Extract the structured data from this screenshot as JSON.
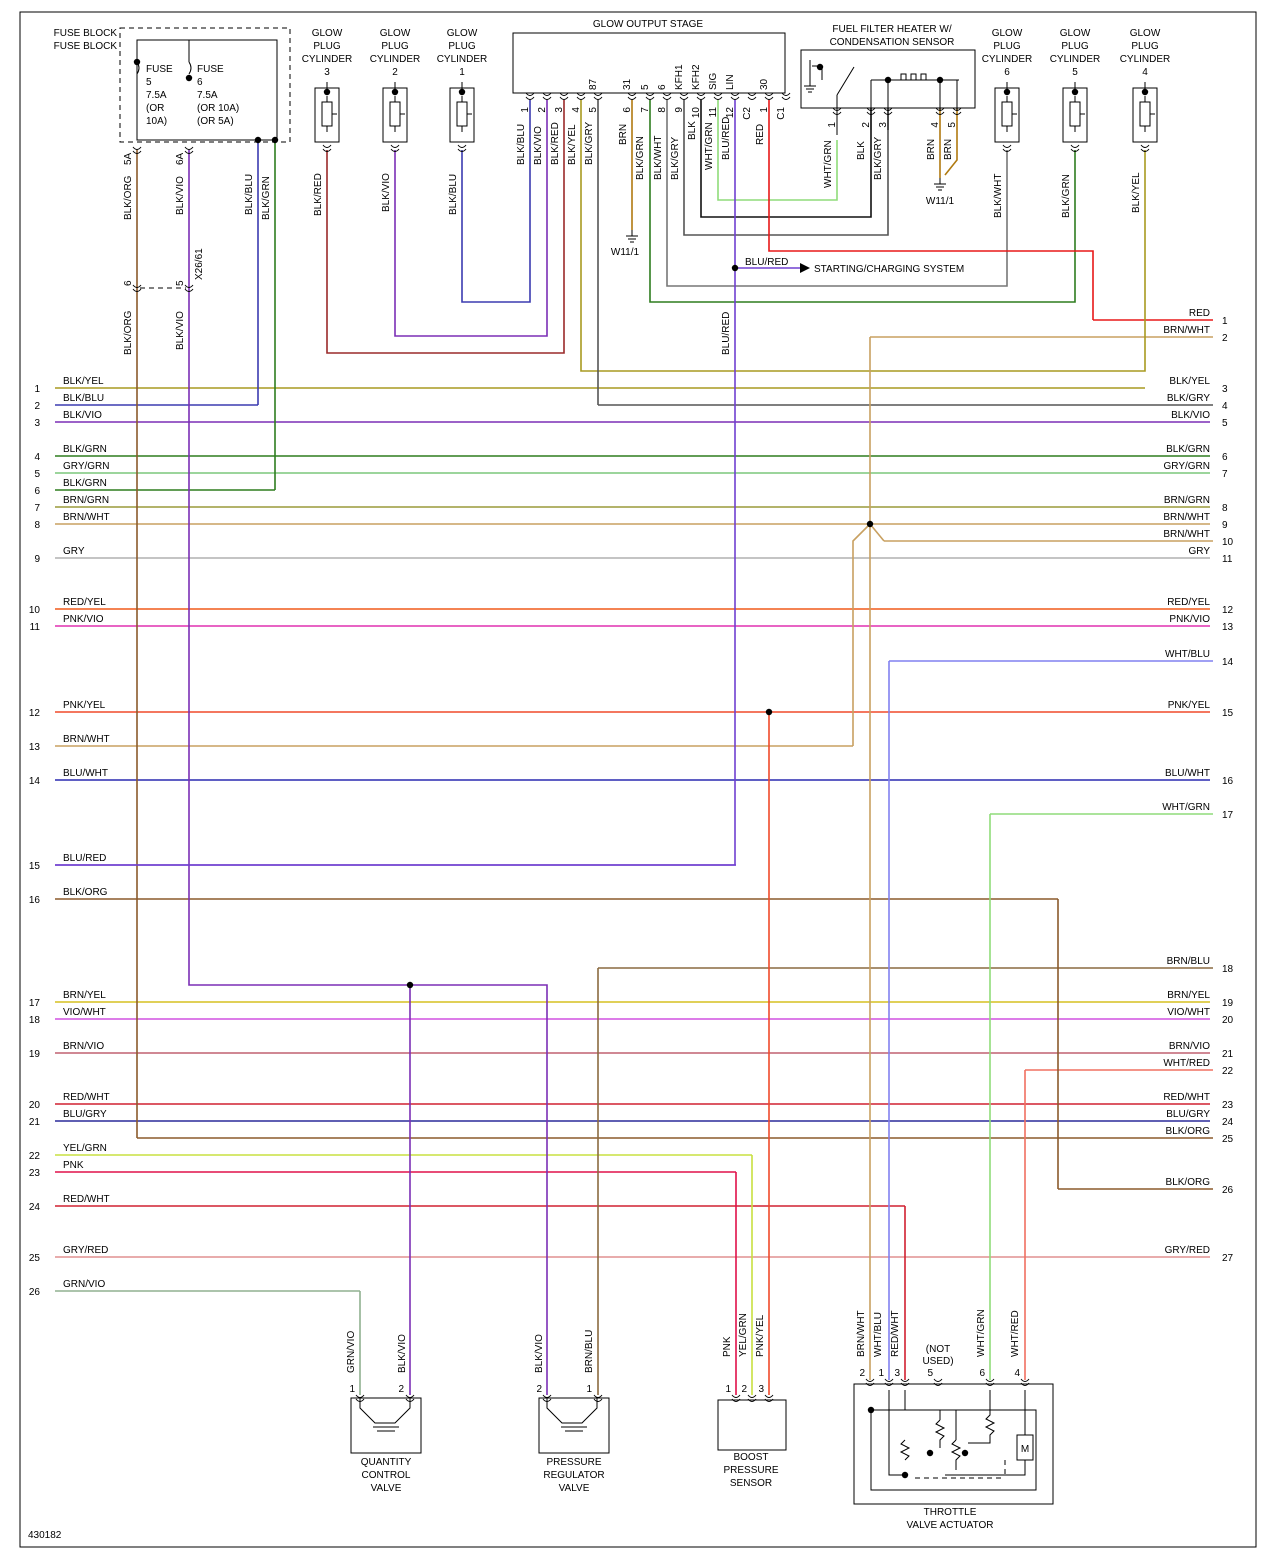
{
  "figure_id": "430182",
  "components": {
    "fuse_block": "FUSE BLOCK",
    "fuse5": [
      "FUSE",
      "5",
      "7.5A",
      "(OR",
      "10A)"
    ],
    "fuse6": [
      "FUSE",
      "6",
      "7.5A",
      "(OR 10A)",
      "(OR 5A)"
    ],
    "fuse5_pin": "5A",
    "fuse6_pin": "6A",
    "glow_output_stage": "GLOW OUTPUT STAGE",
    "fuel_filter_heater": [
      "FUEL FILTER HEATER W/",
      "CONDENSATION SENSOR"
    ],
    "glow_plug_cyl_label": [
      "GLOW",
      "PLUG",
      "CYLINDER"
    ],
    "glow_plugs": [
      "3",
      "2",
      "1",
      "6",
      "5",
      "4"
    ],
    "ground": "W11/1",
    "connector_x26": "X26/61",
    "starting_charging": "STARTING/CHARGING SYSTEM",
    "quantity_valve": [
      "QUANTITY",
      "CONTROL",
      "VALVE"
    ],
    "pressure_valve": [
      "PRESSURE",
      "REGULATOR",
      "VALVE"
    ],
    "boost_sensor": [
      "BOOST",
      "PRESSURE",
      "SENSOR"
    ],
    "throttle_actuator": [
      "THROTTLE",
      "VALVE ACTUATOR"
    ],
    "not_used": [
      "(NOT",
      "USED)"
    ],
    "motor": "M"
  },
  "glow_stage_pins": [
    {
      "num": "1",
      "name": ""
    },
    {
      "num": "2",
      "name": ""
    },
    {
      "num": "3",
      "name": ""
    },
    {
      "num": "4",
      "name": ""
    },
    {
      "num": "5",
      "name": "87"
    },
    {
      "num": "6",
      "name": "31"
    },
    {
      "num": "7",
      "name": "5"
    },
    {
      "num": "8",
      "name": "6"
    },
    {
      "num": "9",
      "name": "KFH1"
    },
    {
      "num": "10",
      "name": "KFH2"
    },
    {
      "num": "11",
      "name": "SIG"
    },
    {
      "num": "12",
      "name": "LIN"
    },
    {
      "num": "C2",
      "name": ""
    },
    {
      "num": "1",
      "name": "30"
    },
    {
      "num": "C1",
      "name": ""
    }
  ],
  "vertical_wire_labels": [
    "BLK/ORG",
    "BLK/VIO",
    "BLK/BLU",
    "BLK/GRN",
    "BLK/RED",
    "BLK/VIO",
    "BLK/BLU",
    "BLK/BLU",
    "BLK/VIO",
    "BLK/RED",
    "BLK/YEL",
    "BLK/GRY",
    "BRN",
    "BLK/GRN",
    "BLK/WHT",
    "BLK/GRY",
    "BLK",
    "WHT/GRN",
    "BLU/RED",
    "RED",
    "WHT/GRN",
    "BLK",
    "BLK/GRY",
    "BRN",
    "BRN",
    "BLK/WHT",
    "BLK/GRN",
    "BLK/YEL",
    "BLK/ORG",
    "BLK/VIO",
    "BLU/RED"
  ],
  "bottom_wire_labels": [
    "GRN/VIO",
    "BLK/VIO",
    "BLK/VIO",
    "BRN/BLU",
    "PNK",
    "YEL/GRN",
    "PNK/YEL",
    "BRN/WHT",
    "WHT/BLU",
    "RED/WHT",
    "WHT/GRN",
    "WHT/RED"
  ],
  "misc_labels": {
    "blu_red": "BLU/RED",
    "red_c1": "RED"
  },
  "left_pins": [
    {
      "n": "1",
      "label": "BLK/YEL"
    },
    {
      "n": "2",
      "label": "BLK/BLU"
    },
    {
      "n": "3",
      "label": "BLK/VIO"
    },
    {
      "n": "4",
      "label": "BLK/GRN"
    },
    {
      "n": "5",
      "label": "GRY/GRN"
    },
    {
      "n": "6",
      "label": "BLK/GRN"
    },
    {
      "n": "7",
      "label": "BRN/GRN"
    },
    {
      "n": "8",
      "label": "BRN/WHT"
    },
    {
      "n": "9",
      "label": "GRY"
    },
    {
      "n": "10",
      "label": "RED/YEL"
    },
    {
      "n": "11",
      "label": "PNK/VIO"
    },
    {
      "n": "12",
      "label": "PNK/YEL"
    },
    {
      "n": "13",
      "label": "BRN/WHT"
    },
    {
      "n": "14",
      "label": "BLU/WHT"
    },
    {
      "n": "15",
      "label": "BLU/RED"
    },
    {
      "n": "16",
      "label": "BLK/ORG"
    },
    {
      "n": "17",
      "label": "BRN/YEL"
    },
    {
      "n": "18",
      "label": "VIO/WHT"
    },
    {
      "n": "19",
      "label": "BRN/VIO"
    },
    {
      "n": "20",
      "label": "RED/WHT"
    },
    {
      "n": "21",
      "label": "BLU/GRY"
    },
    {
      "n": "22",
      "label": "YEL/GRN"
    },
    {
      "n": "23",
      "label": "PNK"
    },
    {
      "n": "24",
      "label": "RED/WHT"
    },
    {
      "n": "25",
      "label": "GRY/RED"
    },
    {
      "n": "26",
      "label": "GRN/VIO"
    }
  ],
  "right_pins": [
    {
      "n": "1",
      "label": "RED"
    },
    {
      "n": "2",
      "label": "BRN/WHT"
    },
    {
      "n": "3",
      "label": "BLK/YEL"
    },
    {
      "n": "4",
      "label": "BLK/GRY"
    },
    {
      "n": "5",
      "label": "BLK/VIO"
    },
    {
      "n": "6",
      "label": "BLK/GRN"
    },
    {
      "n": "7",
      "label": "GRY/GRN"
    },
    {
      "n": "8",
      "label": "BRN/GRN"
    },
    {
      "n": "9",
      "label": "BRN/WHT"
    },
    {
      "n": "10",
      "label": "BRN/WHT"
    },
    {
      "n": "11",
      "label": "GRY"
    },
    {
      "n": "12",
      "label": "RED/YEL"
    },
    {
      "n": "13",
      "label": "PNK/VIO"
    },
    {
      "n": "14",
      "label": "WHT/BLU"
    },
    {
      "n": "15",
      "label": "PNK/YEL"
    },
    {
      "n": "16",
      "label": "BLU/WHT"
    },
    {
      "n": "17",
      "label": "WHT/GRN"
    },
    {
      "n": "18",
      "label": "BRN/BLU"
    },
    {
      "n": "19",
      "label": "BRN/YEL"
    },
    {
      "n": "20",
      "label": "VIO/WHT"
    },
    {
      "n": "21",
      "label": "BRN/VIO"
    },
    {
      "n": "22",
      "label": "WHT/RED"
    },
    {
      "n": "23",
      "label": "RED/WHT"
    },
    {
      "n": "24",
      "label": "BLU/GRY"
    },
    {
      "n": "25",
      "label": "BLK/ORG"
    },
    {
      "n": "26",
      "label": "BLK/ORG"
    },
    {
      "n": "27",
      "label": "GRY/RED"
    }
  ],
  "device_pins": {
    "quantity": [
      "1",
      "2"
    ],
    "pressure": [
      "2",
      "1"
    ],
    "boost": [
      "1",
      "2",
      "3"
    ],
    "throttle": [
      "2",
      "1",
      "3",
      "5",
      "6",
      "4"
    ],
    "fuel_filter": [
      "1",
      "2",
      "3",
      "4",
      "5"
    ],
    "fuse5_x26": "6",
    "fuse6_x26": "5"
  },
  "colors": {
    "BLK/ORG": "#8b5a2b",
    "BLK/VIO": "#7b2fb5",
    "BLK/BLU": "#3b3bb0",
    "BLK/GRN": "#2e7d1f",
    "BLK/RED": "#9a2a2a",
    "BLK/YEL": "#a89a20",
    "BLK/GRY": "#555555",
    "BLK/WHT": "#777777",
    "BRN": "#b07a10",
    "WHT/GRN": "#8fdc7a",
    "BLU/RED": "#7040d0",
    "RED": "#e81818",
    "BLK": "#111111",
    "GRY/GRN": "#7bc77b",
    "BRN/GRN": "#9a9a3a",
    "BRN/WHT": "#c8a060",
    "GRY": "#b0b0b0",
    "RED/YEL": "#f05a1a",
    "PNK/VIO": "#e030b0",
    "PNK/YEL": "#f04a2a",
    "BLU/WHT": "#2a2ab0",
    "BRN/YEL": "#d6c020",
    "VIO/WHT": "#d050e0",
    "BRN/VIO": "#c06070",
    "RED/WHT": "#d02030",
    "BLU/GRY": "#2a2a9a",
    "YEL/GRN": "#c8e040",
    "PNK": "#e0104a",
    "GRY/RED": "#e09090",
    "GRN/VIO": "#90b090",
    "WHT/BLU": "#8080f0",
    "WHT/RED": "#f07060",
    "BRN/BLU": "#8a6a40"
  }
}
